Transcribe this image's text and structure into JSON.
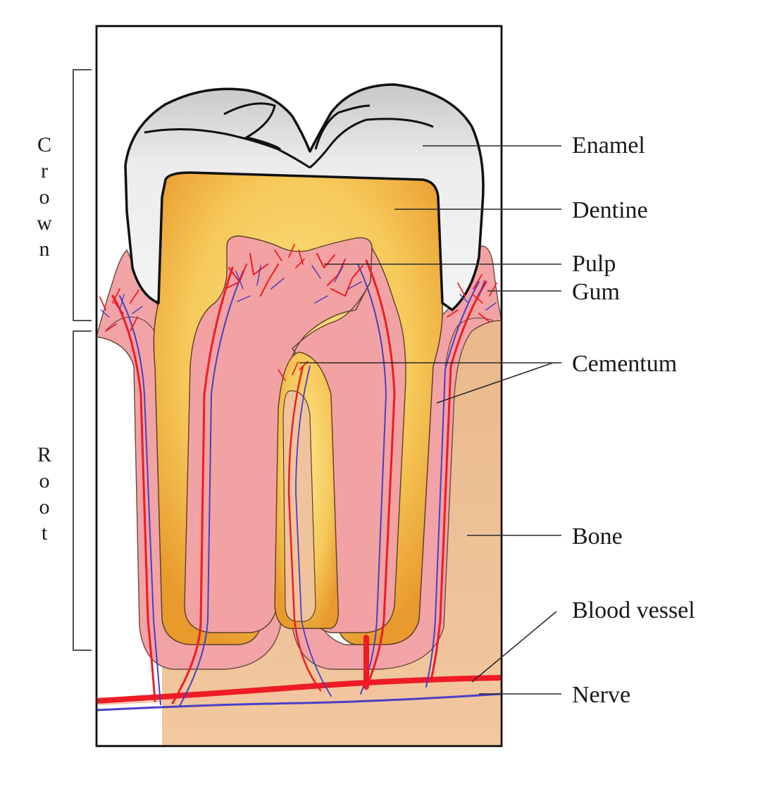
{
  "labels": {
    "enamel": "Enamel",
    "dentine": "Dentine",
    "pulp": "Pulp",
    "gum": "Gum",
    "cementum": "Cementum",
    "bone": "Bone",
    "blood_vessel": "Blood vessel",
    "nerve": "Nerve"
  },
  "sections": {
    "crown": [
      "C",
      "r",
      "o",
      "w",
      "n"
    ],
    "root": [
      "R",
      "o",
      "o",
      "t"
    ]
  },
  "colors": {
    "background": "#ffffff",
    "border": "#000000",
    "bone": "#f0c49a",
    "gum": "#f2a3a6",
    "enamel": "#e6e6e6",
    "dentine": "#f3b742",
    "pulp": "#f2a2a2",
    "artery": "#ee1c25",
    "nerve": "#4a3fc4"
  }
}
